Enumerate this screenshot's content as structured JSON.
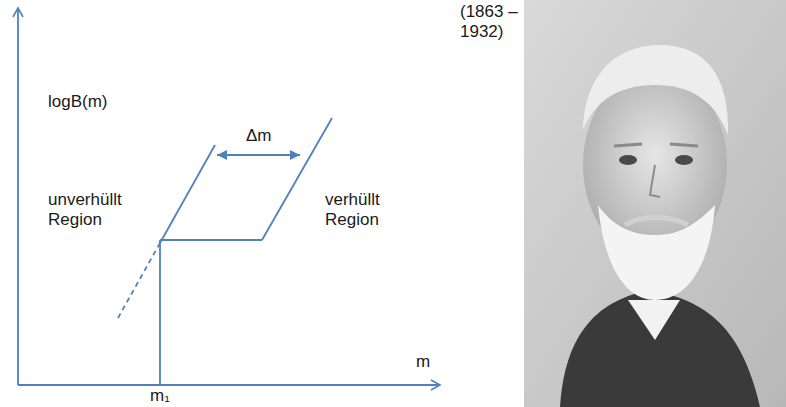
{
  "diagram": {
    "labels": [
      "logB(m)",
      "unverhüllt Region",
      "Δm",
      "verhüllt Region",
      "m",
      "m₁",
      "(1863 – 1932)"
    ]
  }
}
